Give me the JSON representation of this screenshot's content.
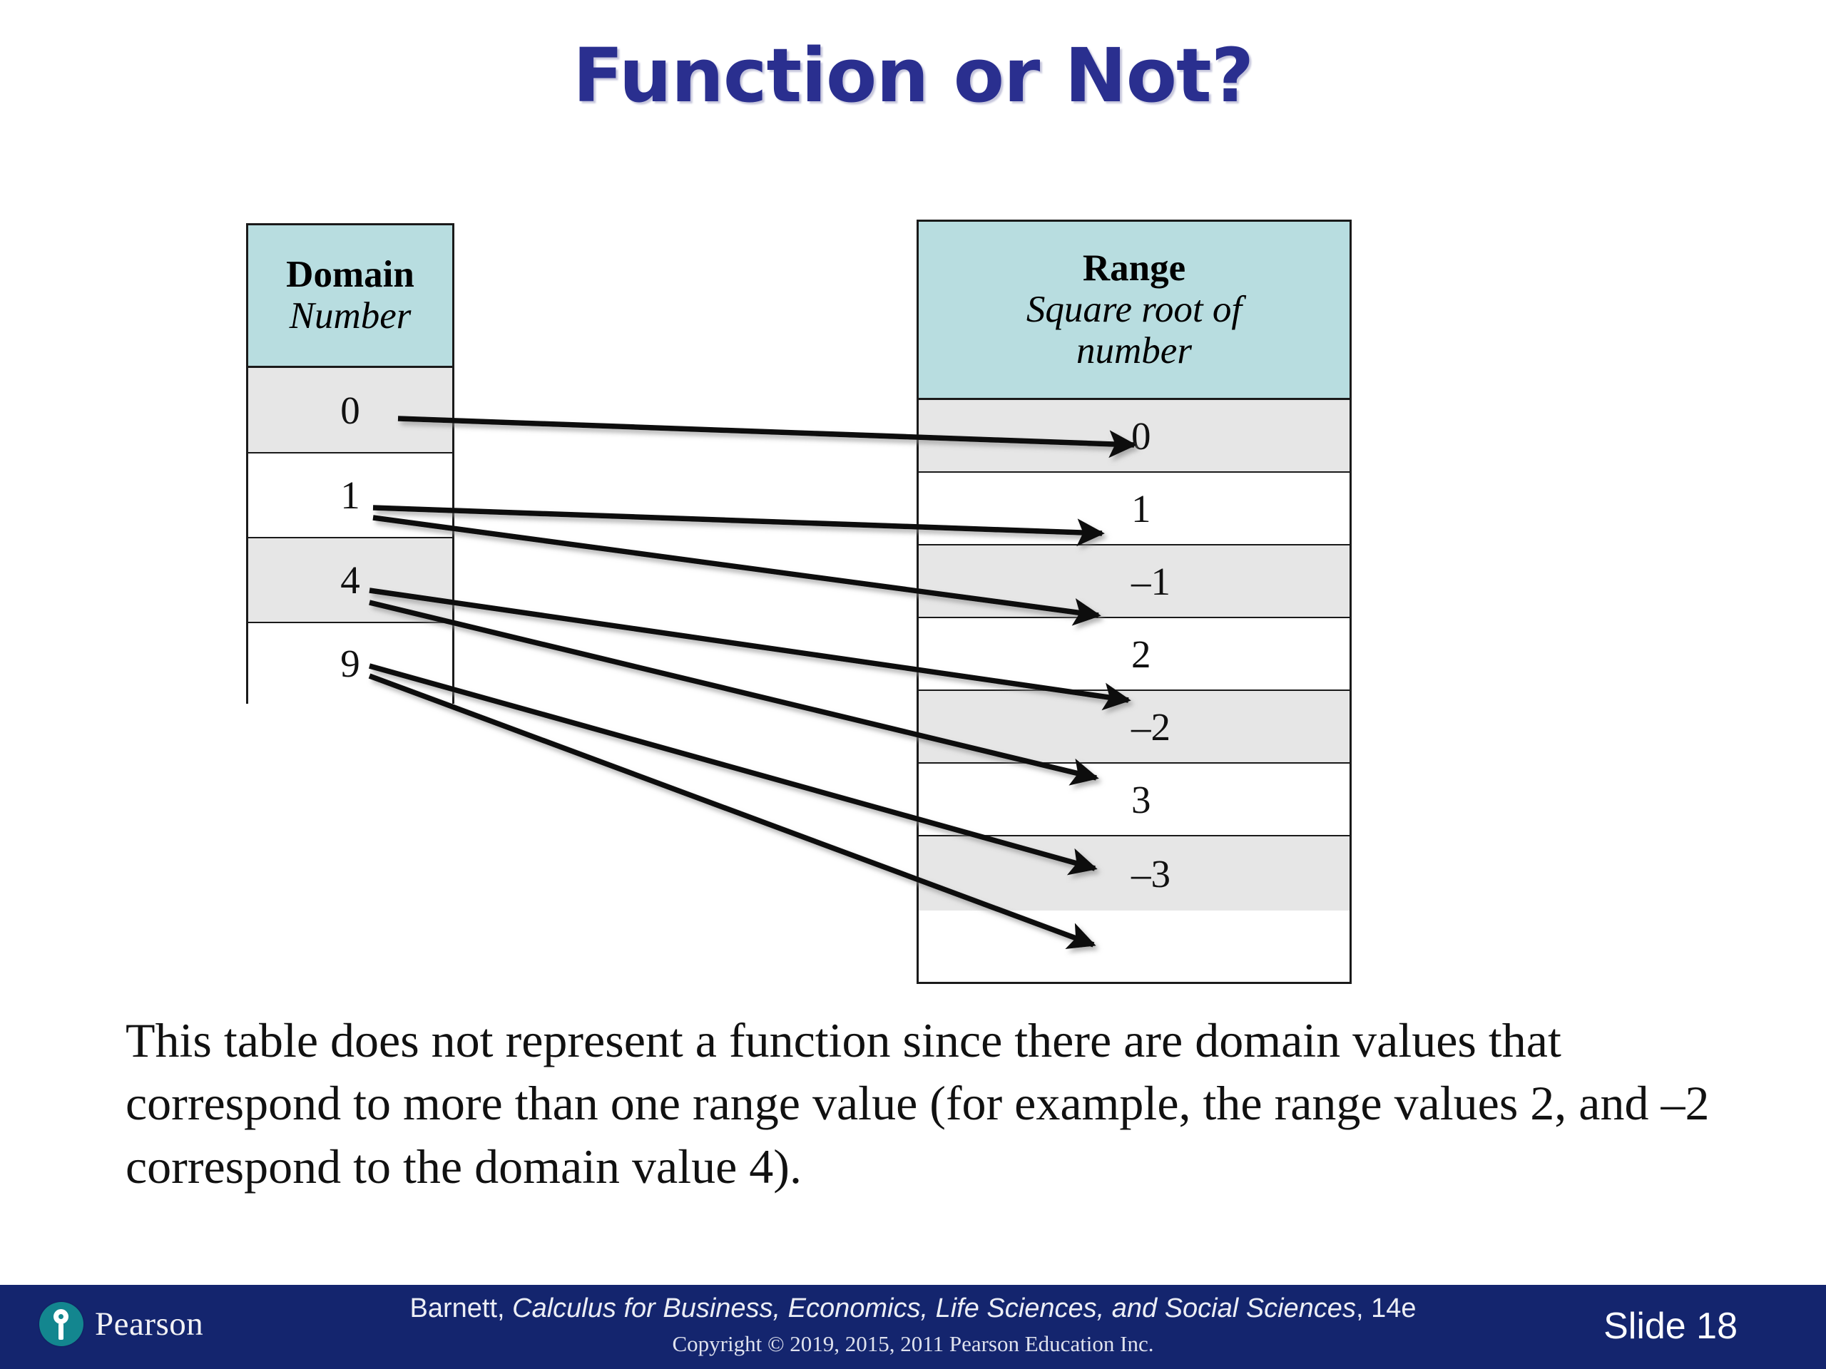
{
  "slide": {
    "title": "Function or Not?",
    "title_color": "#2a2f8f"
  },
  "domain_table": {
    "header_main": "Domain",
    "header_sub": "Number",
    "header_bg": "#b8dde0",
    "shade_bg": "#e6e6e6",
    "values": [
      "0",
      "1",
      "4",
      "9"
    ]
  },
  "range_table": {
    "header_main": "Range",
    "header_sub_line1": "Square root of",
    "header_sub_line2": "number",
    "header_bg": "#b8dde0",
    "shade_bg": "#e6e6e6",
    "values": [
      "0",
      "1",
      "–1",
      "2",
      "–2",
      "3",
      "–3"
    ]
  },
  "mapping": {
    "description": "Arrows from each domain value to its square roots",
    "links": [
      {
        "from": "0",
        "to": "0"
      },
      {
        "from": "1",
        "to": "1"
      },
      {
        "from": "1",
        "to": "–1"
      },
      {
        "from": "4",
        "to": "2"
      },
      {
        "from": "4",
        "to": "–2"
      },
      {
        "from": "9",
        "to": "3"
      },
      {
        "from": "9",
        "to": "–3"
      }
    ]
  },
  "body": {
    "paragraph": "This table does not represent a function since there are domain values that correspond to more than one range value (for example, the range values 2, and –2 correspond to the domain value 4)."
  },
  "footer": {
    "bar_color": "#14256e",
    "logo_name": "Pearson",
    "citation_prefix": "Barnett, ",
    "citation_italic": "Calculus for Business, Economics, Life Sciences, and Social Sciences",
    "citation_suffix": ", 14e",
    "copyright": "Copyright © 2019, 2015, 2011 Pearson Education Inc.",
    "slide_number": "Slide 18"
  }
}
